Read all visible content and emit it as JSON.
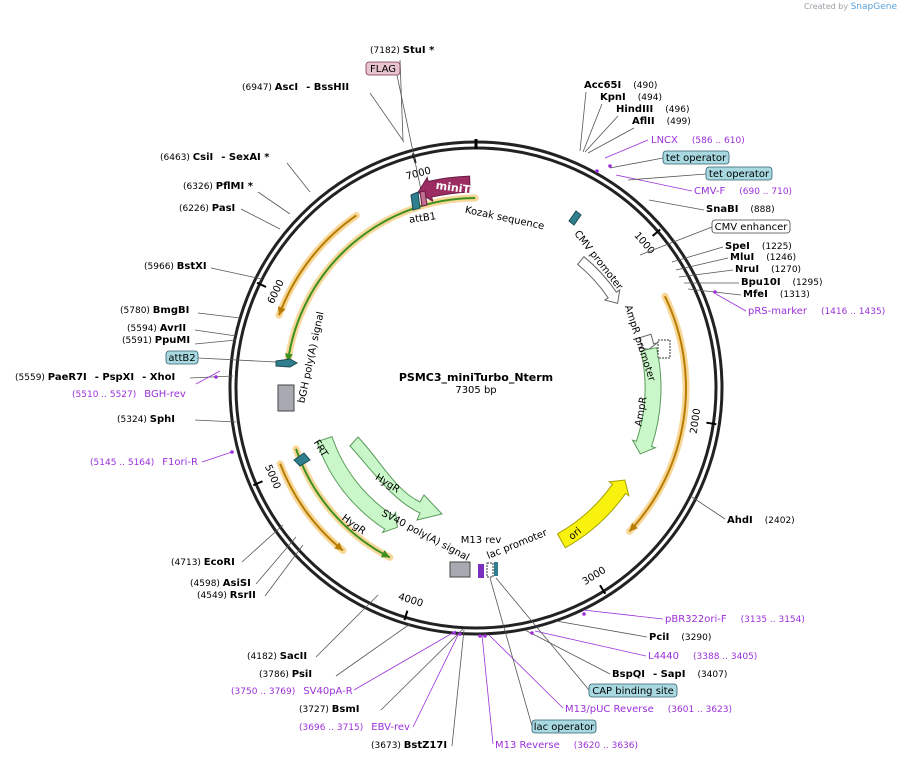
{
  "credit": {
    "prefix": "Created by",
    "brand": "SnapGene"
  },
  "plasmid": {
    "name": "PSMC3_miniTurbo_Nterm",
    "size": "7305 bp"
  },
  "ticks": [
    "1000",
    "2000",
    "3000",
    "4000",
    "5000",
    "6000",
    "7000"
  ],
  "sites": [
    {
      "pos": "(7182)",
      "name": "StuI *"
    },
    {
      "pos": "(6947)",
      "name": "AscI",
      "name2": "- BssHII"
    },
    {
      "pos": "(6463)",
      "name": "CsiI",
      "name2": "- SexAI *"
    },
    {
      "pos": "(6326)",
      "name": "PflMI *"
    },
    {
      "pos": "(6226)",
      "name": "PasI"
    },
    {
      "pos": "(5966)",
      "name": "BstXI"
    },
    {
      "pos": "(5780)",
      "name": "BmgBI"
    },
    {
      "pos": "(5594)",
      "name": "AvrII"
    },
    {
      "pos": "(5591)",
      "name": "PpuMI"
    },
    {
      "pos": "(5559)",
      "name": "PaeR7I",
      "name2": "- PspXI",
      "name3": "- XhoI"
    },
    {
      "pos": "(5324)",
      "name": "SphI"
    },
    {
      "pos": "(4713)",
      "name": "EcoRI"
    },
    {
      "pos": "(4598)",
      "name": "AsiSI"
    },
    {
      "pos": "(4549)",
      "name": "RsrII"
    },
    {
      "pos": "(4182)",
      "name": "SacII"
    },
    {
      "pos": "(3786)",
      "name": "PsiI"
    },
    {
      "pos": "(3727)",
      "name": "BsmI"
    },
    {
      "pos": "(3673)",
      "name": "BstZ17I"
    },
    {
      "pos": "(490)",
      "name": "Acc65I"
    },
    {
      "pos": "(494)",
      "name": "KpnI"
    },
    {
      "pos": "(496)",
      "name": "HindIII"
    },
    {
      "pos": "(499)",
      "name": "AflII"
    },
    {
      "pos": "(888)",
      "name": "SnaBI"
    },
    {
      "pos": "(1225)",
      "name": "SpeI"
    },
    {
      "pos": "(1246)",
      "name": "MluI"
    },
    {
      "pos": "(1270)",
      "name": "NruI"
    },
    {
      "pos": "(1295)",
      "name": "Bpu10I"
    },
    {
      "pos": "(1313)",
      "name": "MfeI"
    },
    {
      "pos": "(2402)",
      "name": "AhdI"
    },
    {
      "pos": "(3290)",
      "name": "PciI"
    },
    {
      "pos": "(3407)",
      "name": "BspQI",
      "name2": "- SapI"
    }
  ],
  "primers": [
    {
      "name": "LNCX",
      "range": "(586 .. 610)"
    },
    {
      "name": "CMV-F",
      "range": "(690 .. 710)"
    },
    {
      "name": "pRS-marker",
      "range": "(1416 .. 1435)"
    },
    {
      "name": "pBR322ori-F",
      "range": "(3135 .. 3154)"
    },
    {
      "name": "L4440",
      "range": "(3388 .. 3405)"
    },
    {
      "name": "M13/pUC Reverse",
      "range": "(3601 .. 3623)"
    },
    {
      "name": "M13 Reverse",
      "range": "(3620 .. 3636)"
    },
    {
      "name": "EBV-rev",
      "range": "(3696 .. 3715)"
    },
    {
      "name": "SV40pA-R",
      "range": "(3750 .. 3769)"
    },
    {
      "name": "F1ori-R",
      "range": "(5145 .. 5164)"
    },
    {
      "name": "BGH-rev",
      "range": "(5510 .. 5527)"
    }
  ],
  "boxes": {
    "flag": "FLAG",
    "tet1": "tet operator",
    "tet2": "tet operator",
    "cmvEnh": "CMV enhancer",
    "attB2": "attB2",
    "cap": "CAP binding site",
    "lacOp": "lac operator"
  },
  "features": {
    "miniTurbo": "miniTurbo",
    "kozak": "Kozak sequence",
    "attB1": "attB1",
    "cmvPromoter": "CMV promoter",
    "ampRPromoter": "AmpR promoter",
    "ampR": "AmpR",
    "ori": "ori",
    "lacPromoter": "lac promoter",
    "m13rev": "M13 rev",
    "sv40": "SV40 poly(A) signal",
    "hygR1": "HygR",
    "hygR2": "HygR",
    "frt": "FRT",
    "bgh": "bGH poly(A) signal"
  }
}
